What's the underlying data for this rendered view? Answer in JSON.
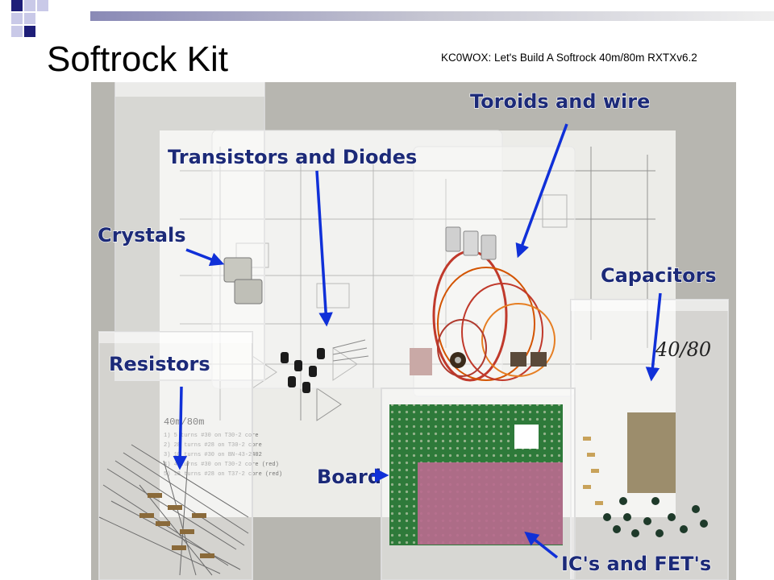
{
  "slide": {
    "title": "Softrock Kit",
    "subtitle": "KC0WOX: Let's Build A Softrock 40m/80m RXTXv6.2"
  },
  "photo": {
    "labels": {
      "toroids": "Toroids and wire",
      "transistors": "Transistors and Diodes",
      "crystals": "Crystals",
      "capacitors": "Capacitors",
      "resistors": "Resistors",
      "board": "Board",
      "ics": "IC's and FET's",
      "handwriting": "40/80"
    },
    "schematic_labels": {
      "band_note": "40m/80m"
    }
  },
  "colors": {
    "label_blue": "#1c2a78",
    "arrow_blue": "#1030d8",
    "square_dark": "#1e1e78",
    "square_light": "#c9c9e8",
    "pcb_green": "#2e7a3a",
    "bag_pink": "#b86a8e",
    "wire_copper": "#c0392b"
  }
}
